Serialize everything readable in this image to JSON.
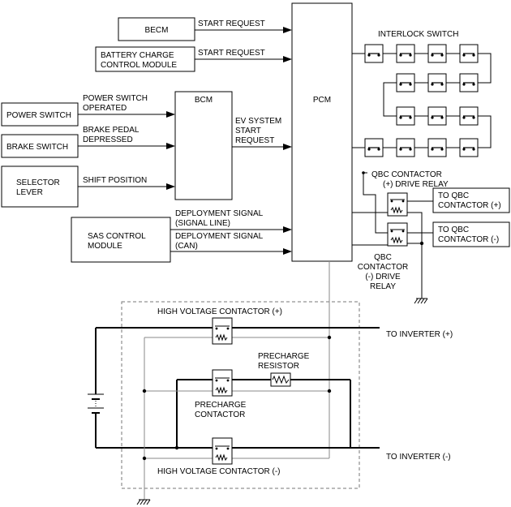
{
  "boxes": {
    "becm": "BECM",
    "bccm_1": "BATTERY CHARGE",
    "bccm_2": "CONTROL MODULE",
    "power_switch": "POWER SWITCH",
    "brake_switch": "BRAKE SWITCH",
    "selector_1": "SELECTOR",
    "selector_2": "LEVER",
    "bcm": "BCM",
    "pcm": "PCM",
    "sas_1": "SAS CONTROL",
    "sas_2": "MODULE"
  },
  "signals": {
    "start_request_becm": "START REQUEST",
    "start_request_bccm": "START REQUEST",
    "power_switch_1": "POWER SWITCH",
    "power_switch_2": "OPERATED",
    "brake_pedal_1": "BRAKE PEDAL",
    "brake_pedal_2": "DEPRESSED",
    "shift_position": "SHIFT POSITION",
    "ev_start_1": "EV SYSTEM",
    "ev_start_2": "START",
    "ev_start_3": "REQUEST",
    "deploy_line_1": "DEPLOYMENT SIGNAL",
    "deploy_line_2": "(SIGNAL LINE)",
    "deploy_can_1": "DEPLOYMENT SIGNAL",
    "deploy_can_2": "(CAN)"
  },
  "labels": {
    "interlock_switch": "INTERLOCK SWITCH",
    "qbc_plus_relay_1": "QBC CONTACTOR",
    "qbc_plus_relay_2": "(+) DRIVE RELAY",
    "to_qbc_plus_1": "TO QBC",
    "to_qbc_plus_2": "CONTACTOR (+)",
    "to_qbc_minus_1": "TO QBC",
    "to_qbc_minus_2": "CONTACTOR (-)",
    "qbc_minus_relay_1": "QBC",
    "qbc_minus_relay_2": "CONTACTOR",
    "qbc_minus_relay_3": "(-) DRIVE",
    "qbc_minus_relay_4": "RELAY",
    "hv_contactor_plus": "HIGH VOLTAGE CONTACTOR (+)",
    "precharge_resistor_1": "PRECHARGE",
    "precharge_resistor_2": "RESISTOR",
    "precharge_contactor_1": "PRECHARGE",
    "precharge_contactor_2": "CONTACTOR",
    "hv_contactor_minus": "HIGH VOLTAGE CONTACTOR (-)",
    "to_inverter_plus": "TO INVERTER (+)",
    "to_inverter_minus": "TO INVERTER (-)"
  }
}
